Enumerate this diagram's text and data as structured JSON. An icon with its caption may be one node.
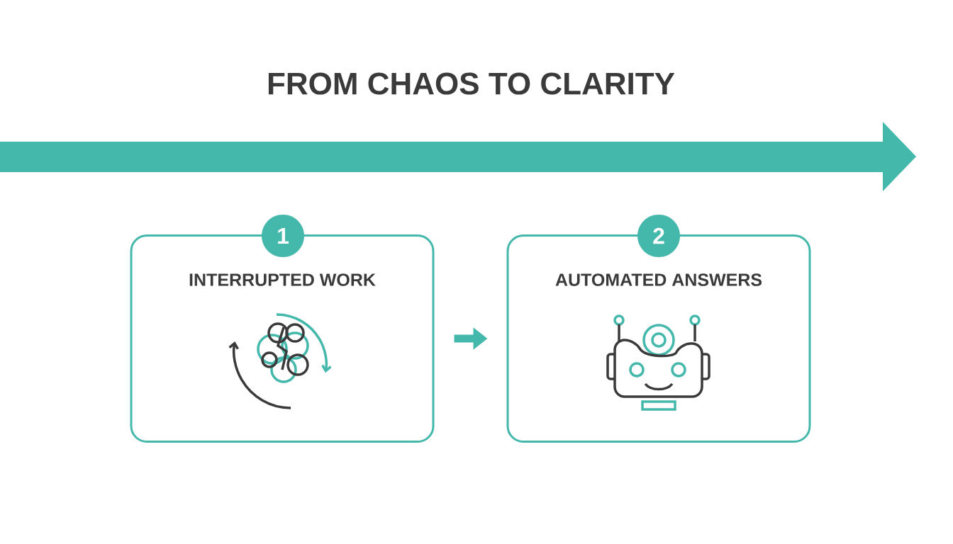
{
  "diagram": {
    "title": "FROM CHAOS TO CLARITY",
    "nodes": [
      {
        "text": [
          "1"
        ]
      },
      {
        "text": [
          "INTERRUPTED WORK"
        ]
      },
      {
        "text": [
          "2"
        ]
      },
      {
        "text": [
          "AUTOMATED ANSWERS"
        ]
      }
    ],
    "edges": [
      {
        "from": 1,
        "to": 3,
        "arrow": "to"
      }
    ]
  }
}
